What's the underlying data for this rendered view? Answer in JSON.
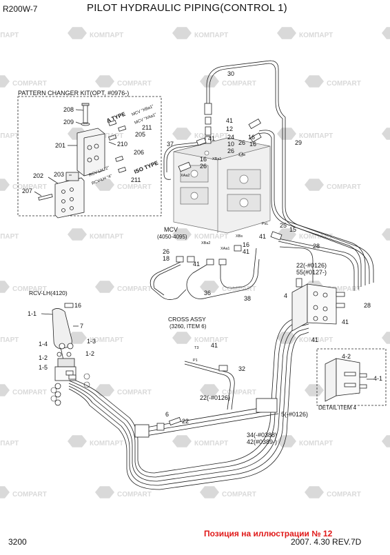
{
  "header": {
    "model": "R200W-7",
    "title": "PILOT HYDRAULIC PIPING(CONTROL 1)"
  },
  "footer": {
    "page": "3200",
    "position_note": "Позиция на иллюстрации № 12",
    "revision": "2007. 4.30  REV.7D"
  },
  "watermark": {
    "logo_text": "COMPART",
    "logo_text_cyr": "КОМПАРТ",
    "color": "#d9d9d9"
  },
  "captions": {
    "pattern_kit": "PATTERN CHANGER KIT(OPT, #0976-)",
    "mcv_1": "MCV",
    "mcv_2": "(4050-4095)",
    "rcv": "RCV-LH(4120)",
    "cross_1": "CROSS ASSY",
    "cross_2": "(3260, ITEM 6)",
    "detail": "DETAIL ITEM 4",
    "a_type": "A TYPE",
    "iso_type": "ISO TYPE",
    "mcv_xba1": "MCV \"XBa1\"",
    "mcv_xaa1": "MCV \"XAa1\"",
    "rcv_lh_2": "RCV-LH \"2\"",
    "rcv_lh_4": "RCV-LH \"4\""
  },
  "ports": {
    "xba1": "XBa1",
    "xaa1": "XAa1",
    "xas": "XAs",
    "xaa2": "XAa2",
    "xba2": "XBa2",
    "xbs": "XBs",
    "psl": "PsL",
    "t3": "T3",
    "p1": "P1"
  },
  "callouts": {
    "c30": "30",
    "c41a": "41",
    "c12": "12",
    "c41b": "41",
    "c24": "24",
    "c10": "10",
    "c26a": "26",
    "c16a": "16",
    "c16b": "16",
    "c26b": "26",
    "c29": "29",
    "c37": "37",
    "c16c": "16",
    "c26c": "26",
    "c208": "208",
    "c209": "209",
    "c211a": "211",
    "c205": "205",
    "c201": "201",
    "c210": "210",
    "c206": "206",
    "c202": "202",
    "c203": "203",
    "c211b": "211",
    "c207": "207",
    "c25": "25",
    "c15": "15",
    "c41c": "41",
    "c16d": "16",
    "c41d": "41",
    "c28a": "28",
    "c26d": "26",
    "c18": "18",
    "c41e": "41",
    "c22a": "22(-#0126)",
    "c55": "55(#0127-)",
    "c4a": "4",
    "c36": "36",
    "c38": "38",
    "c28b": "28",
    "c41f": "41",
    "c41g": "41",
    "c16e": "16",
    "c1_1": "1-1",
    "c7": "7",
    "c1_4": "1-4",
    "c1_3": "1-3",
    "c1_2a": "1-2",
    "c1_2b": "1-2",
    "c1_5": "1-5",
    "c41h": "41",
    "c32": "32",
    "c22b": "22(-#0126)",
    "c6": "6",
    "c22c": "22",
    "c5": "5(-#0126)",
    "c34": "34(-#0388)",
    "c42": "42(#0389-)",
    "c4_2": "4-2",
    "c4_1": "4-1"
  }
}
